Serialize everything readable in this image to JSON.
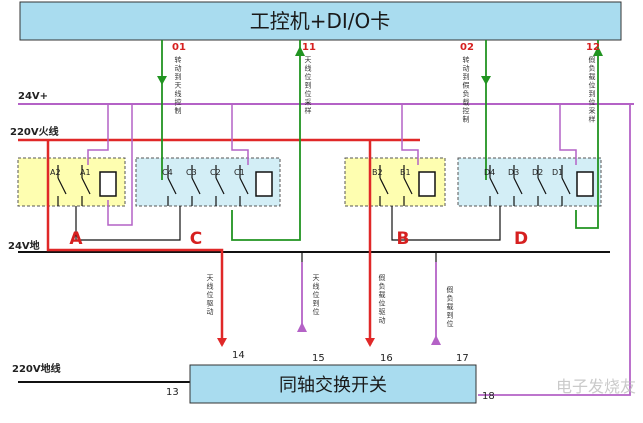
{
  "header": {
    "title": "工控机+DI/O卡"
  },
  "switch_box": {
    "title": "同轴交换开关"
  },
  "rails": {
    "v24_plus": "24V+",
    "live_220": "220V火线",
    "gnd_24": "24V地",
    "ground_220": "220V地线"
  },
  "io_channels": [
    {
      "num": "01",
      "text": "转动到天线控制"
    },
    {
      "num": "11",
      "text": "天线位到位采样"
    },
    {
      "num": "02",
      "text": "转动到假负载控制"
    },
    {
      "num": "12",
      "text": "假负载位到位采样"
    }
  ],
  "relays": [
    {
      "letter": "A",
      "contacts": [
        "A2",
        "A1"
      ]
    },
    {
      "letter": "C",
      "contacts": [
        "C4",
        "C3",
        "C2",
        "C1"
      ]
    },
    {
      "letter": "B",
      "contacts": [
        "B2",
        "B1"
      ]
    },
    {
      "letter": "D",
      "contacts": [
        "D4",
        "D3",
        "D2",
        "D1"
      ]
    }
  ],
  "wire_labels": [
    {
      "text": "天线位驱动",
      "num": "14"
    },
    {
      "text": "天线位到位",
      "num": "15"
    },
    {
      "text": "假负载位驱动",
      "num": "16"
    },
    {
      "text": "假负载到位",
      "num": "17"
    }
  ],
  "terminals": {
    "t13": "13",
    "t18": "18"
  },
  "watermark": "电子发烧友",
  "colors": {
    "header_bg": "#a9dcef",
    "relay_yellow": "#fefeb0",
    "relay_blue": "#d3eef6",
    "live_red": "#e02828",
    "signal_green": "#219421",
    "signal_purple": "#b462c6",
    "wire_black": "#111111"
  }
}
